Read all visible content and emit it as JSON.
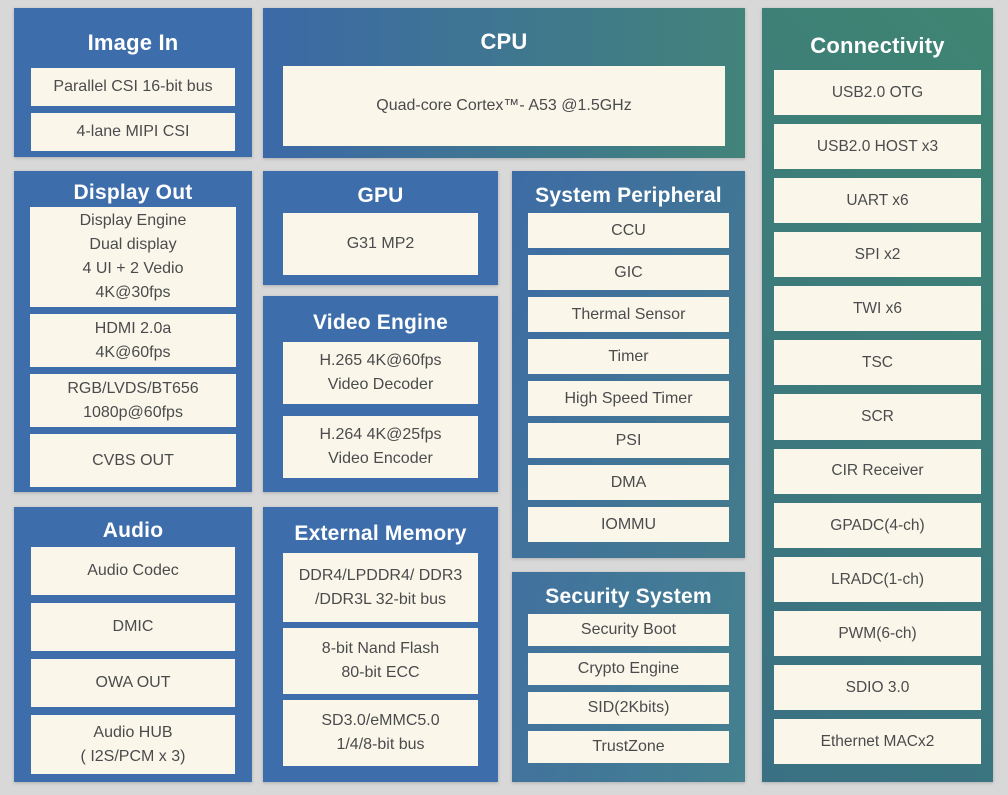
{
  "colors": {
    "page_bg": "#d8d8d8",
    "panel_blue": "#3e6dab",
    "gradient_teal_blue": "#3a7084",
    "gradient_green": "#3f8572",
    "box_bg": "#faf7ea",
    "box_text": "#4b4b4d",
    "title_text": "#ffffff"
  },
  "panels": {
    "image_in": {
      "title": "Image In",
      "items": [
        "Parallel CSI 16-bit bus",
        "4-lane MIPI CSI"
      ]
    },
    "cpu": {
      "title": "CPU",
      "items": [
        "Quad-core Cortex™- A53 @1.5GHz"
      ]
    },
    "connectivity": {
      "title": "Connectivity",
      "items": [
        "USB2.0 OTG",
        "USB2.0 HOST x3",
        "UART x6",
        "SPI x2",
        "TWI x6",
        "TSC",
        "SCR",
        "CIR Receiver",
        "GPADC(4-ch)",
        "LRADC(1-ch)",
        "PWM(6-ch)",
        "SDIO 3.0",
        "Ethernet MACx2"
      ]
    },
    "display_out": {
      "title": "Display Out",
      "items": [
        "Display Engine\nDual display\n4 UI  + 2 Vedio\n4K@30fps",
        "HDMI 2.0a\n4K@60fps",
        "RGB/LVDS/BT656\n1080p@60fps",
        "CVBS OUT"
      ]
    },
    "gpu": {
      "title": "GPU",
      "items": [
        "G31 MP2"
      ]
    },
    "video_engine": {
      "title": "Video Engine",
      "items": [
        "H.265 4K@60fps\nVideo Decoder",
        "H.264 4K@25fps\nVideo Encoder"
      ]
    },
    "system_peripheral": {
      "title": "System Peripheral",
      "items": [
        "CCU",
        "GIC",
        "Thermal Sensor",
        "Timer",
        "High Speed Timer",
        "PSI",
        "DMA",
        "IOMMU"
      ]
    },
    "audio": {
      "title": "Audio",
      "items": [
        "Audio Codec",
        "DMIC",
        "OWA OUT",
        "Audio HUB\n( I2S/PCM x 3)"
      ]
    },
    "external_memory": {
      "title": "External Memory",
      "items": [
        "DDR4/LPDDR4/ DDR3\n/DDR3L 32-bit bus",
        "8-bit Nand Flash\n80-bit ECC",
        "SD3.0/eMMC5.0\n1/4/8-bit bus"
      ]
    },
    "security_system": {
      "title": "Security System",
      "items": [
        "Security Boot",
        "Crypto Engine",
        "SID(2Kbits)",
        "TrustZone"
      ]
    }
  }
}
